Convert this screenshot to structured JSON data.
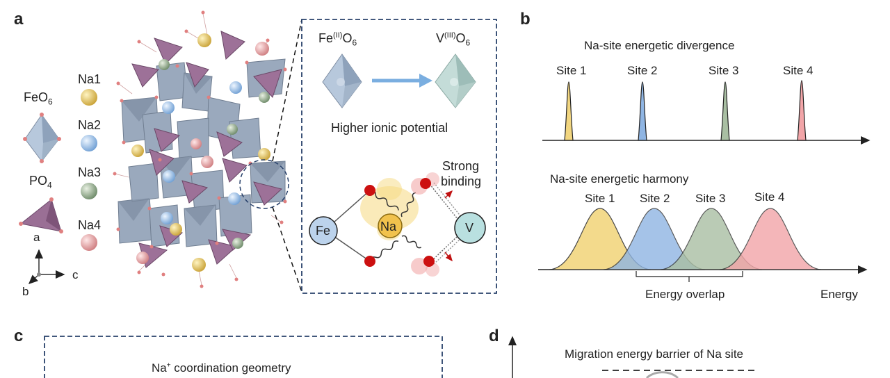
{
  "panels": {
    "a": "a",
    "b": "b",
    "c": "c",
    "d": "d"
  },
  "legend": {
    "feo6_base": "FeO",
    "feo6_sub": "6",
    "po4_base": "PO",
    "po4_sub": "4",
    "na1": "Na1",
    "na2": "Na2",
    "na3": "Na3",
    "na4": "Na4",
    "axis_a": "a",
    "axis_b": "b",
    "axis_c": "c"
  },
  "inset": {
    "fe_pre": "Fe",
    "fe_sup": "(II)",
    "fe_post": "O",
    "fe_sub": "6",
    "v_pre": "V",
    "v_sup": "(III)",
    "v_post": "O",
    "v_sub": "6",
    "ionic": "Higher ionic potential",
    "strong_line1": "Strong",
    "strong_line2": "binding",
    "fe_node": "Fe",
    "na_node": "Na",
    "v_node": "V"
  },
  "divergence": {
    "title": "Na-site energetic divergence",
    "sites": [
      "Site 1",
      "Site 2",
      "Site 3",
      "Site 4"
    ]
  },
  "harmony": {
    "title": "Na-site energetic harmony",
    "sites": [
      "Site 1",
      "Site 2",
      "Site 3",
      "Site 4"
    ],
    "overlap": "Energy overlap",
    "energy": "Energy"
  },
  "panel_c": {
    "title_pre": "Na",
    "title_sup": "+",
    "title_post": " coordination geometry"
  },
  "panel_d": {
    "title": "Migration energy barrier of Na site"
  },
  "colors": {
    "site1": "#f2d680",
    "site2": "#8fb5e3",
    "site3": "#a9bfa3",
    "site4": "#f2a5a8",
    "frame": "#27406a",
    "fe": "#bcd3ec",
    "v": "#b9e0e0",
    "na": "#f1c24d",
    "oxygen": "#cc1010"
  }
}
